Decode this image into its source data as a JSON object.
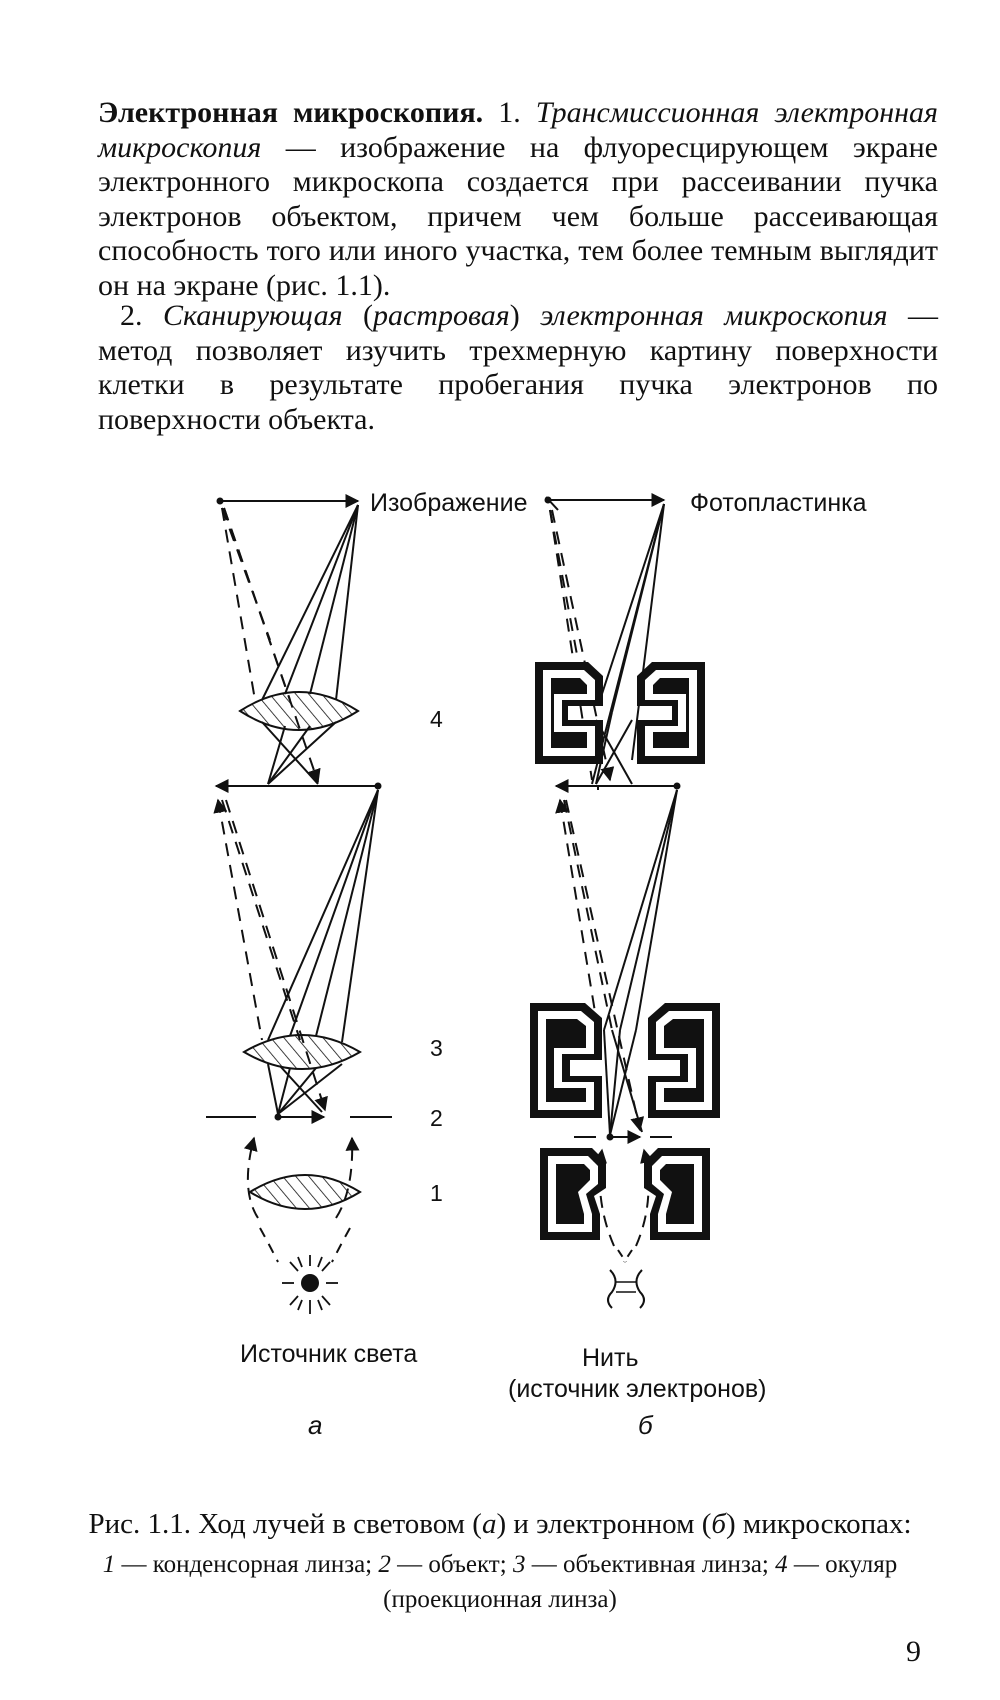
{
  "paragraph1": {
    "heading": "Электронная микроскопия.",
    "number": " 1. ",
    "term": "Трансмиссионная электронная микроскопия",
    "text": " — изображение на флуоресцирующем экране электронного микроскопа создается при рассеивании пучка электронов объектом, причем чем больше рассеивающая способность того или иного участка, тем более темным выглядит он на экране (рис. 1.1)."
  },
  "paragraph2": {
    "number": "2. ",
    "term1": "Сканирующая",
    "paren_open": " (",
    "term2": "растровая",
    "paren_close": ") ",
    "term3": "электронная микроскопия",
    "text": " — метод позволяет изучить трехмерную картину поверхности клетки в результате пробегания пучка электронов по поверхности объекта."
  },
  "figure": {
    "label_image": "Изображение",
    "label_photoplate": "Фотопластинка",
    "num4": "4",
    "num3": "3",
    "num2": "2",
    "num1": "1",
    "label_light_source": "Источник света",
    "label_filament": "Нить",
    "label_electron_source": "(источник электронов)",
    "panel_a": "а",
    "panel_b": "б"
  },
  "caption": {
    "line1_pre": "Рис. 1.1. Ход лучей в световом (",
    "line1_a": "а",
    "line1_mid": ") и электронном (",
    "line1_b": "б",
    "line1_post": ") микроскопах:",
    "n1": "1",
    "line2_1": " — конденсорная линза; ",
    "n2": "2",
    "line2_2": " — объект; ",
    "n3": "3",
    "line2_3": " — объективная линза; ",
    "n4": "4",
    "line2_4": " — окуляр",
    "line3": "(проекционная линза)"
  },
  "page_number": "9"
}
